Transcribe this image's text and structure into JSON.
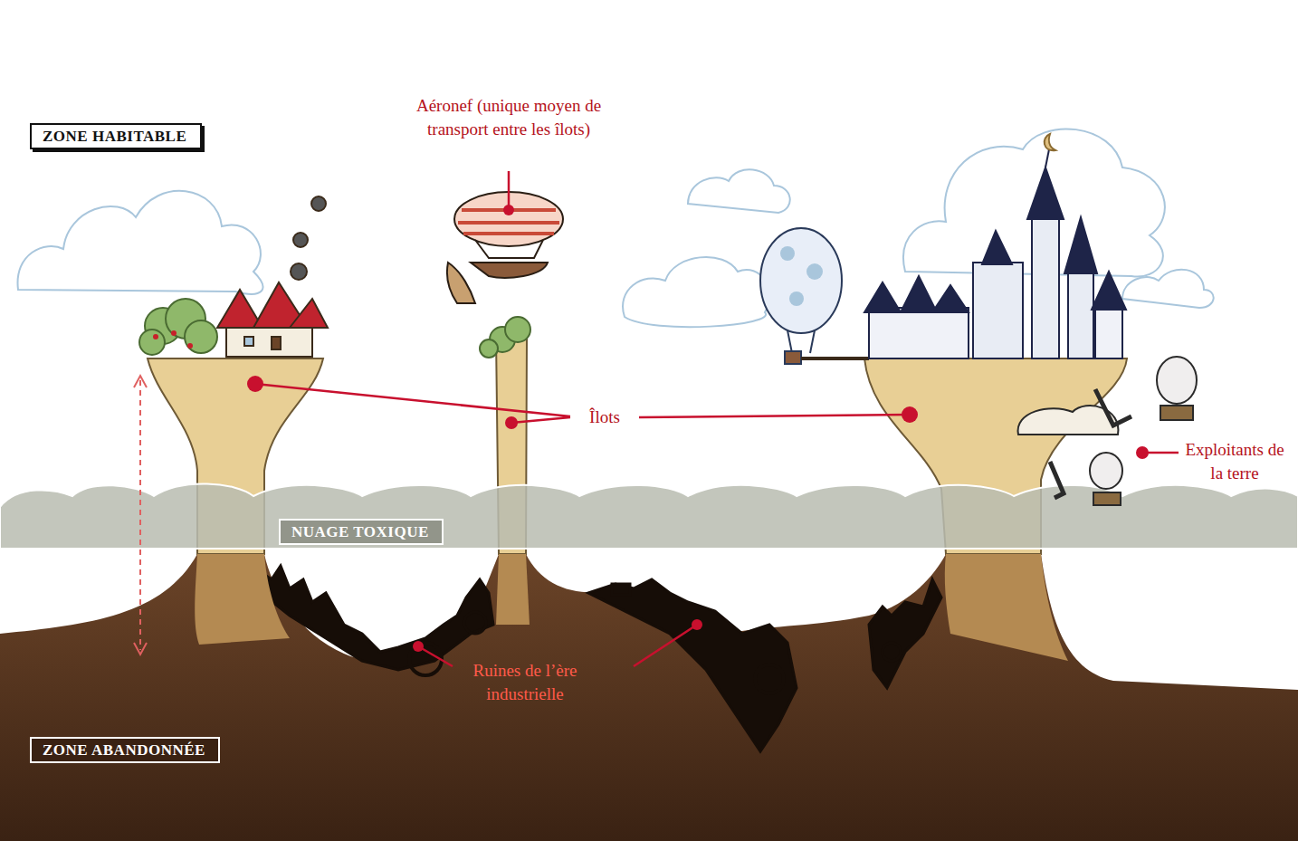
{
  "diagram": {
    "nodes": [
      {
        "text": [
          "ZONE HABITABLE"
        ]
      },
      {
        "text": [
          "NUAGE TOXIQUE"
        ]
      },
      {
        "text": [
          "ZONE ABANDONNÉE"
        ]
      }
    ],
    "labels": [
      "Aéronef (unique moyen de transport entre les îlots)",
      "Îlots",
      "Exploitants de la terre",
      "Ruines de l’ère industrielle"
    ]
  }
}
